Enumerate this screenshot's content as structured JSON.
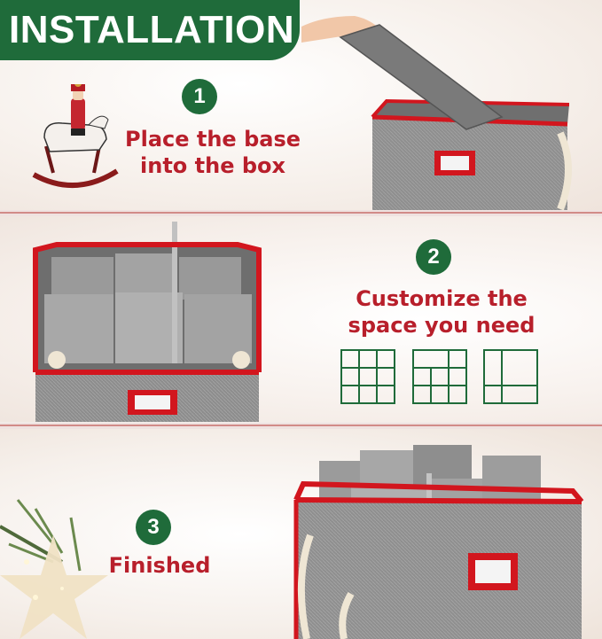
{
  "banner": {
    "title": "INSTALLATION"
  },
  "steps": [
    {
      "number": "1",
      "lines": [
        "Place the base",
        "into the box"
      ]
    },
    {
      "number": "2",
      "lines": [
        "Customize the",
        "space you need"
      ]
    },
    {
      "number": "3",
      "lines": [
        "Finished"
      ]
    }
  ],
  "layout_options": [
    "3x3 grid",
    "2x3 grid",
    "2x2 grid"
  ],
  "colors": {
    "brand_green": "#1f6b3a",
    "text_red": "#b81f2b",
    "box_gray": "#8e8e8e",
    "trim_red": "#d2161e",
    "grid_green": "#1f6b3a"
  },
  "icons": [
    "nutcracker-ornament",
    "rocking-horse-ornament",
    "star-ornament",
    "pine-branch"
  ]
}
